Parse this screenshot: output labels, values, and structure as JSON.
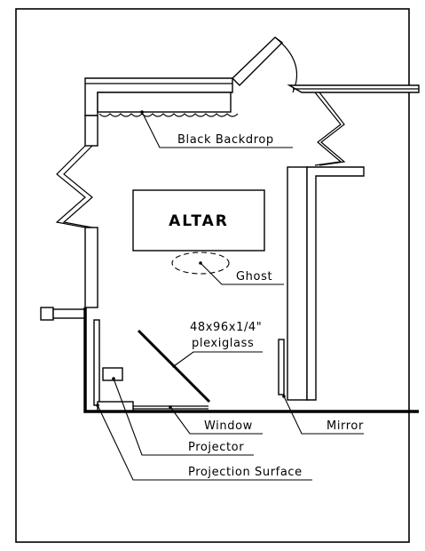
{
  "diagram": {
    "labels": {
      "black_backdrop": "Black Backdrop",
      "altar": "Altar",
      "ghost": "Ghost",
      "plexiglass_line1": "48x96x1/4\"",
      "plexiglass_line2": "plexiglass",
      "window": "Window",
      "mirror": "Mirror",
      "projector": "Projector",
      "projection_surface": "Projection Surface"
    }
  }
}
